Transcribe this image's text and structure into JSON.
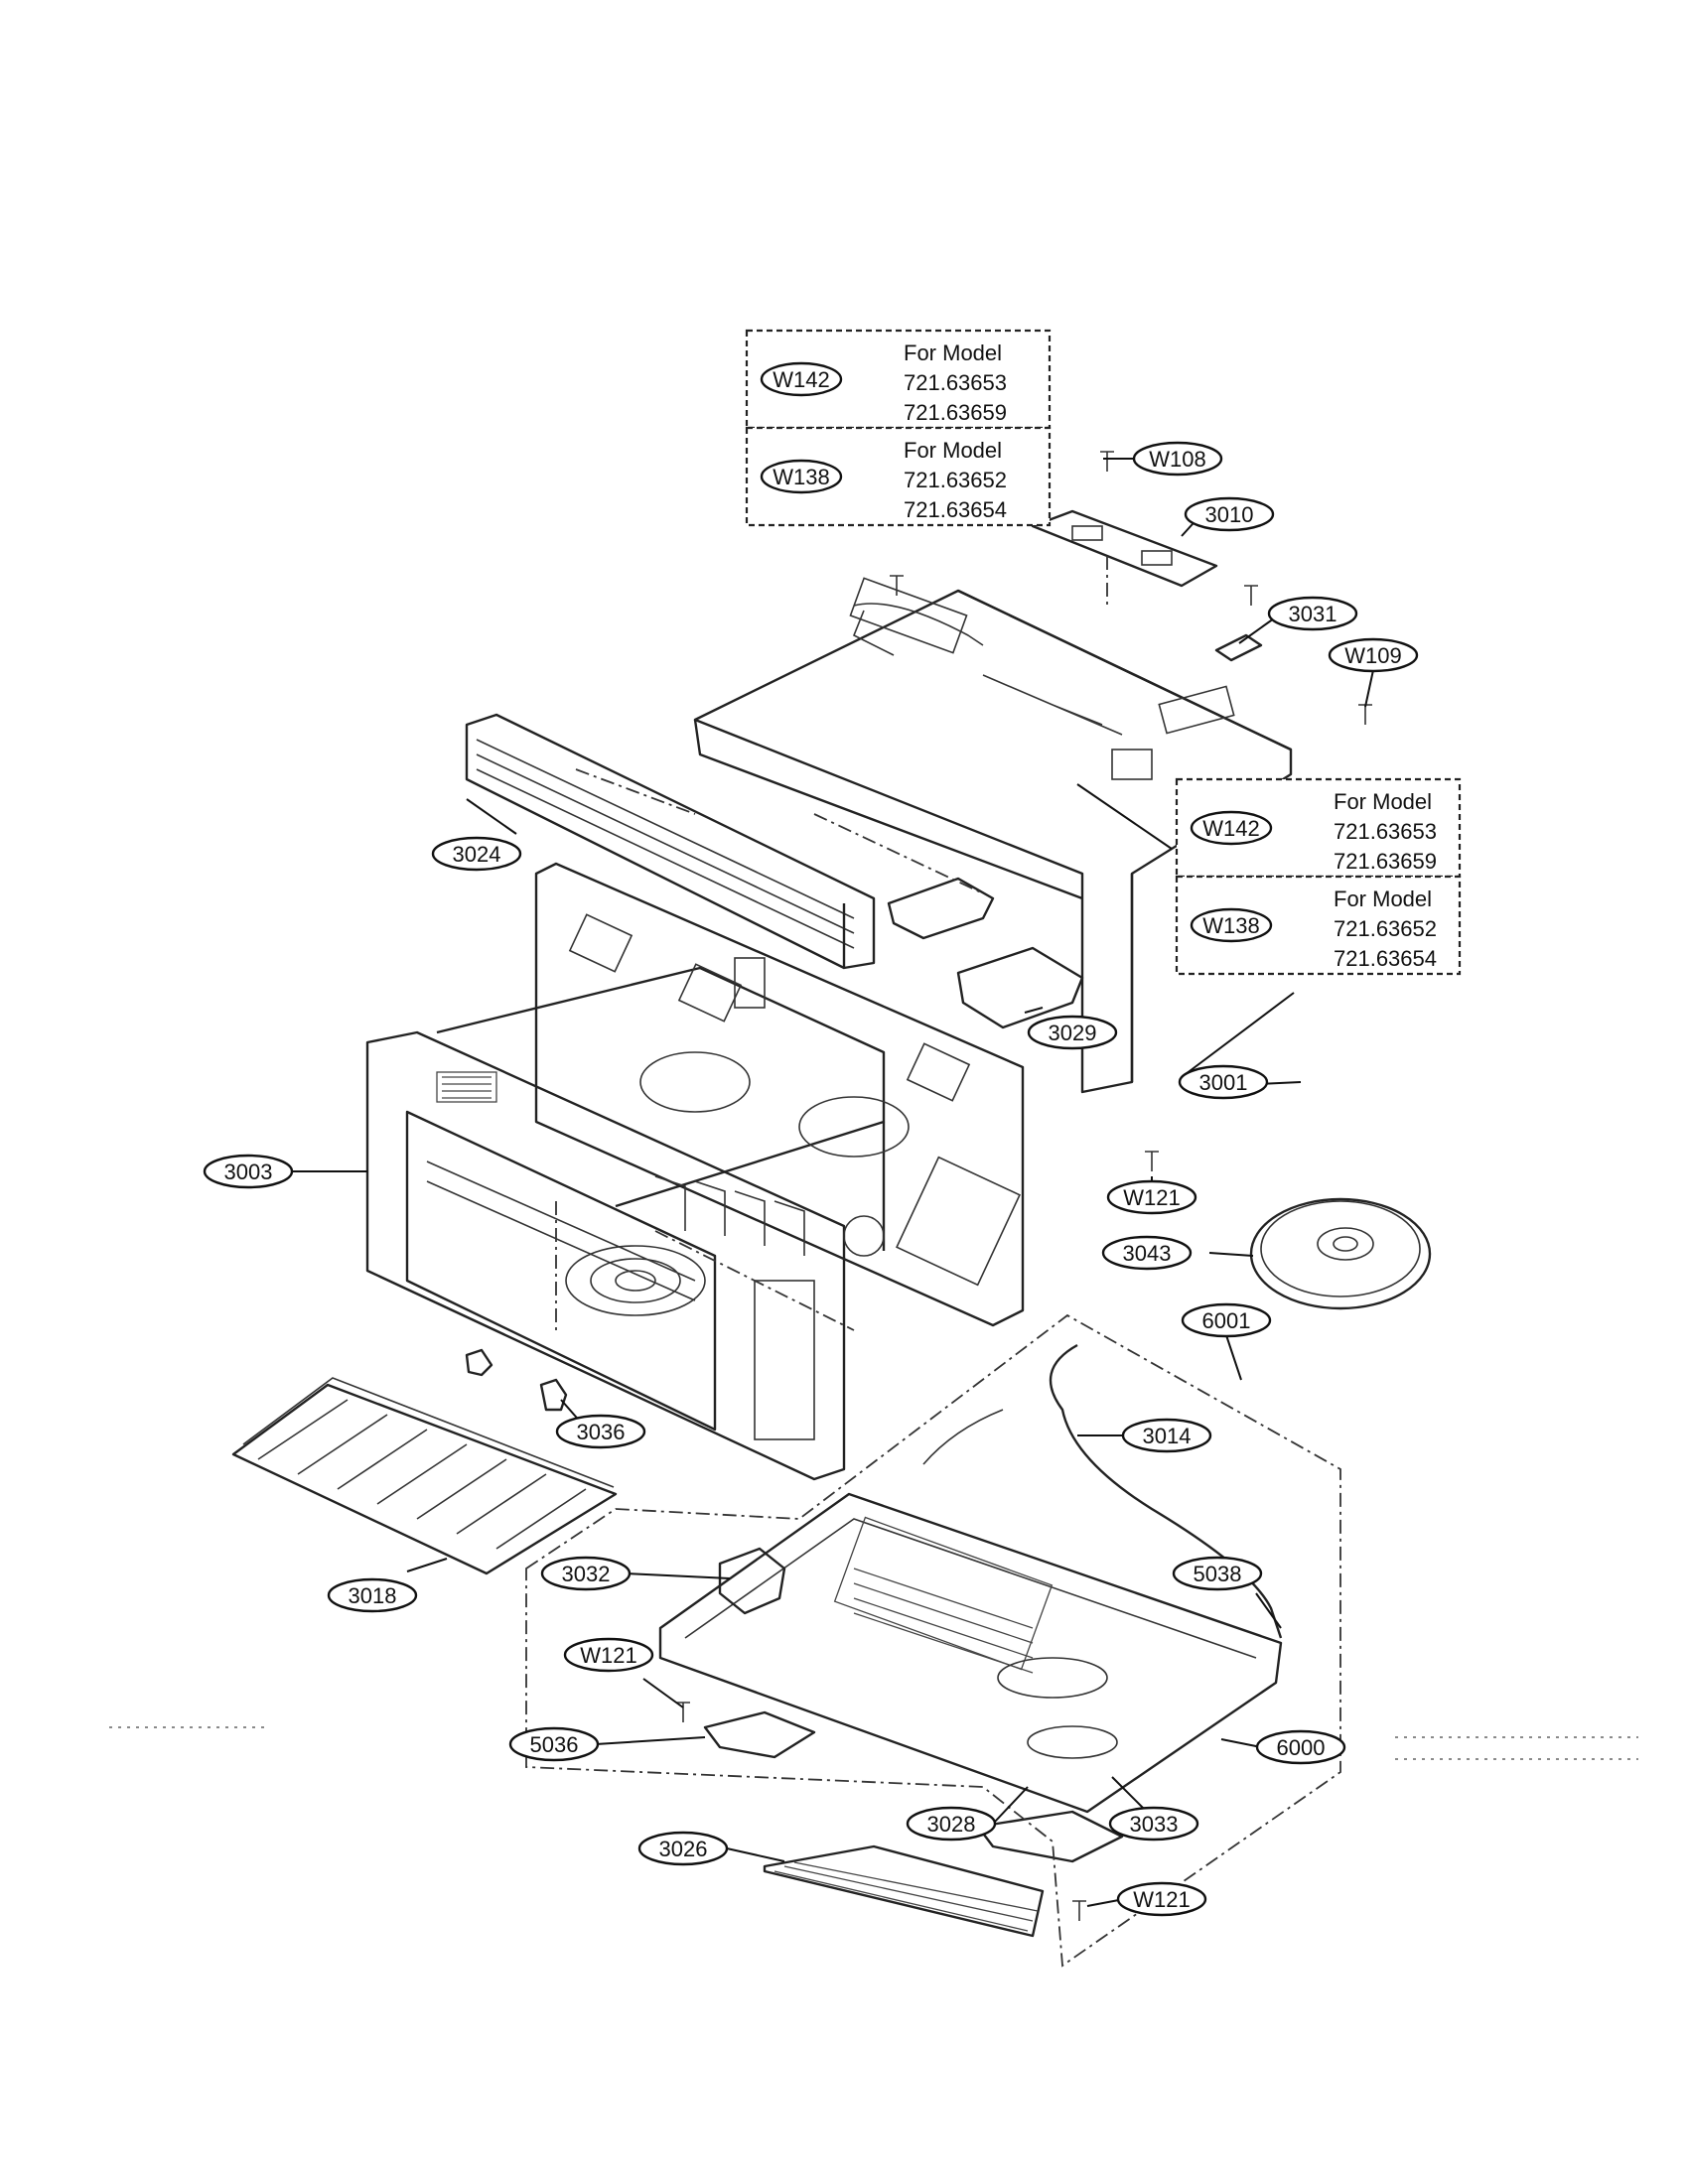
{
  "diagram": {
    "callouts": [
      {
        "id": "w108",
        "label": "W108"
      },
      {
        "id": "3010",
        "label": "3010"
      },
      {
        "id": "3031",
        "label": "3031"
      },
      {
        "id": "w109",
        "label": "W109"
      },
      {
        "id": "3024",
        "label": "3024"
      },
      {
        "id": "3029",
        "label": "3029"
      },
      {
        "id": "3001",
        "label": "3001"
      },
      {
        "id": "3003",
        "label": "3003"
      },
      {
        "id": "w121-a",
        "label": "W121"
      },
      {
        "id": "3043",
        "label": "3043"
      },
      {
        "id": "6001",
        "label": "6001"
      },
      {
        "id": "3014",
        "label": "3014"
      },
      {
        "id": "3036",
        "label": "3036"
      },
      {
        "id": "3018",
        "label": "3018"
      },
      {
        "id": "3032",
        "label": "3032"
      },
      {
        "id": "5038",
        "label": "5038"
      },
      {
        "id": "w121-b",
        "label": "W121"
      },
      {
        "id": "5036",
        "label": "5036"
      },
      {
        "id": "6000",
        "label": "6000"
      },
      {
        "id": "3028",
        "label": "3028"
      },
      {
        "id": "3033",
        "label": "3033"
      },
      {
        "id": "3026",
        "label": "3026"
      },
      {
        "id": "w121-c",
        "label": "W121"
      }
    ],
    "model_notes": [
      {
        "id": "top",
        "rows": [
          {
            "part": "W142",
            "heading": "For Model",
            "models": [
              "721.63653",
              "721.63659"
            ]
          },
          {
            "part": "W138",
            "heading": "For Model",
            "models": [
              "721.63652",
              "721.63654"
            ]
          }
        ]
      },
      {
        "id": "right",
        "rows": [
          {
            "part": "W142",
            "heading": "For Model",
            "models": [
              "721.63653",
              "721.63659"
            ]
          },
          {
            "part": "W138",
            "heading": "For Model",
            "models": [
              "721.63652",
              "721.63654"
            ]
          }
        ]
      }
    ]
  }
}
